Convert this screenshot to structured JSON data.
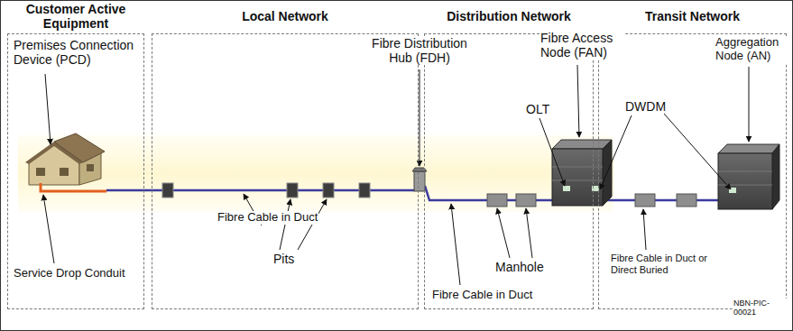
{
  "diagram": {
    "nodes": [
      {
        "text": [
          "Customer Active Equipment"
        ]
      },
      {
        "text": [
          "Local Network"
        ]
      },
      {
        "text": [
          "Distribution Network"
        ]
      },
      {
        "text": [
          "Transit Network"
        ]
      }
    ],
    "labels": [
      "Premises Connection Device (PCD)",
      "Fibre Distribution Hub (FDH)",
      "Fibre Cable in Duct",
      "Pits",
      "Service Drop Conduit",
      "Fibre Access Node (FAN)",
      "OLT",
      "Manhole",
      "Fibre Cable in Duct",
      "DWDM",
      "Aggregation Node (AN)",
      "Fibre Cable in Duct or Direct Buried",
      "NBN-PIC-00021"
    ]
  }
}
